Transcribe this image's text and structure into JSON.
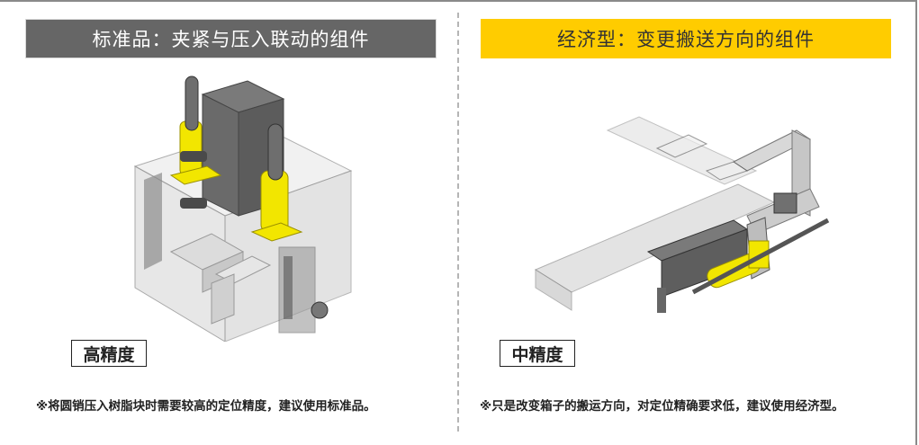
{
  "left_panel": {
    "banner_title": "标准品：夹紧与压入联动的组件",
    "banner_color": "#666666",
    "illustration": "press-fit-clamp-unit-isometric",
    "precision_badge": "高精度",
    "note": "※将圆销压入树脂块时需要较高的定位精度，建议使用标准品。"
  },
  "right_panel": {
    "banner_title": "经济型：变更搬送方向的组件",
    "banner_color": "#ffcc00",
    "illustration": "conveyor-direction-change-unit-isometric",
    "precision_badge": "中精度",
    "note": "※只是改变箱子的搬运方向，对定位精确要求低，建议使用经济型。"
  },
  "colors": {
    "frame": "#8a8a8a",
    "divider": "#b5b5b5",
    "highlight_part": "#f2e600",
    "metal_dark": "#6e6e6e",
    "metal_light": "#d9d9d9"
  }
}
